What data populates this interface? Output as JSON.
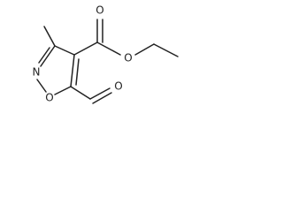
{
  "molecule": {
    "atoms": {
      "ring_n": "N",
      "ring_o": "O",
      "ester_carbonyl_o": "O",
      "ester_o": "O",
      "aldehyde_o": "O"
    }
  }
}
